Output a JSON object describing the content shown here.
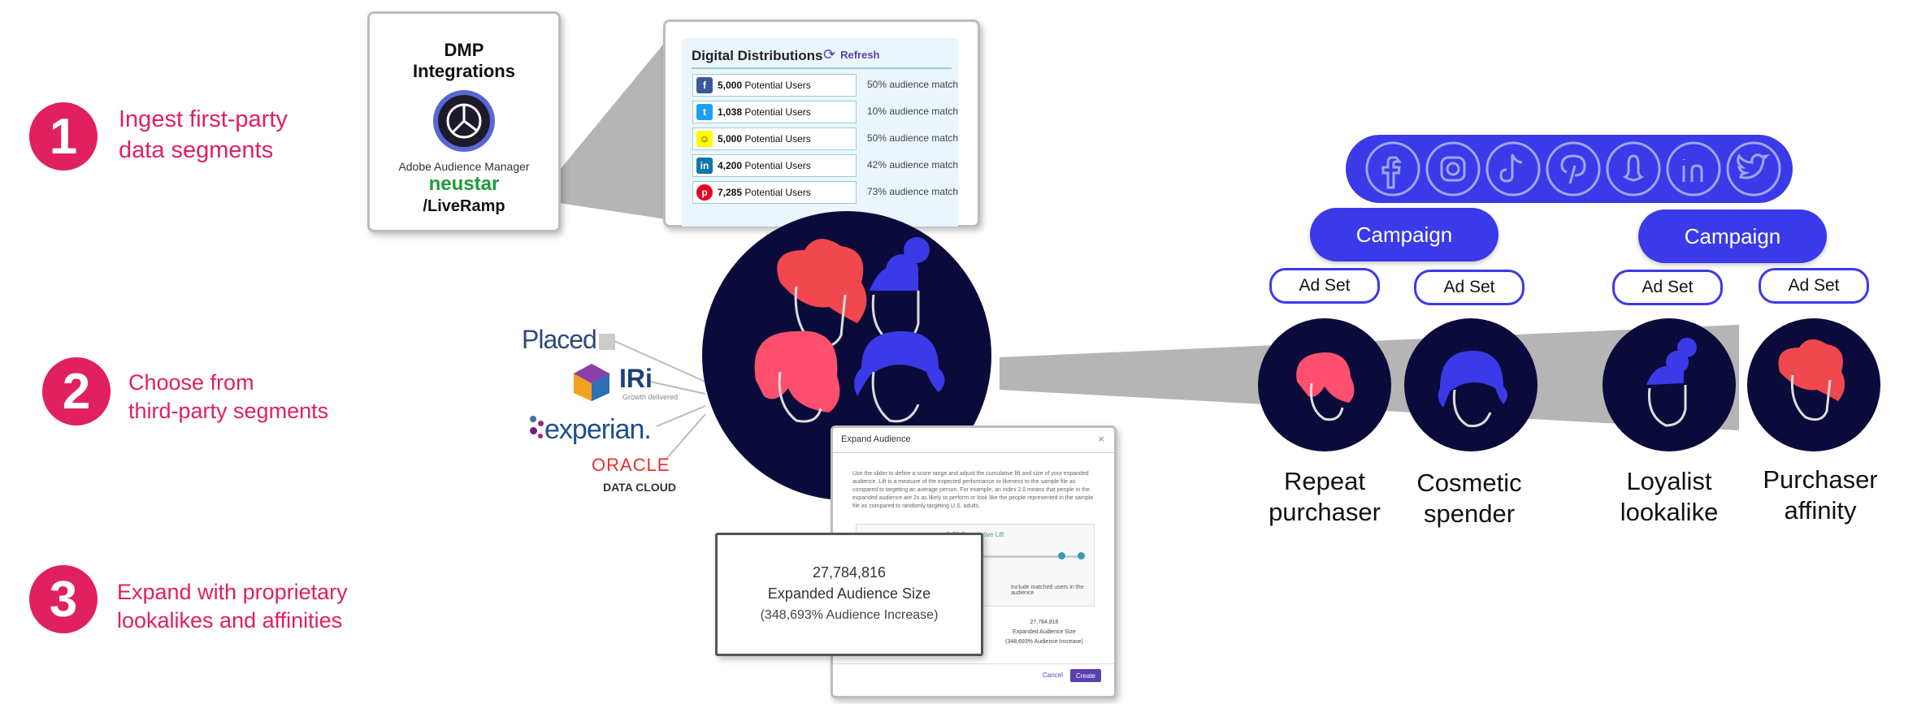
{
  "steps": [
    {
      "number": "1",
      "text_line1": "Ingest first-party",
      "text_line2": "data segments"
    },
    {
      "number": "2",
      "text_line1": "Choose from",
      "text_line2": "third-party segments"
    },
    {
      "number": "3",
      "text_line1": "Expand with proprietary",
      "text_line2": "lookalikes and affinities"
    }
  ],
  "dmp": {
    "title_line1": "DMP",
    "title_line2": "Integrations",
    "adobe": "Adobe Audience Manager",
    "neustar": "neustar",
    "liveramp": "/LiveRamp"
  },
  "distributions": {
    "title": "Digital Distributions",
    "refresh": "Refresh",
    "rows": [
      {
        "icon": "facebook-icon",
        "count": "5,000",
        "label": "Potential Users",
        "match": "50% audience match"
      },
      {
        "icon": "twitter-icon",
        "count": "1,038",
        "label": "Potential Users",
        "match": "10% audience match"
      },
      {
        "icon": "snapchat-icon",
        "count": "5,000",
        "label": "Potential Users",
        "match": "50% audience match"
      },
      {
        "icon": "linkedin-icon",
        "count": "4,200",
        "label": "Potential Users",
        "match": "42% audience match"
      },
      {
        "icon": "pinterest-icon",
        "count": "7,285",
        "label": "Potential Users",
        "match": "73% audience match"
      }
    ]
  },
  "third_party": {
    "placed": "Placed",
    "iri": "IRi",
    "iri_tagline": "Growth delivered",
    "experian": "experian.",
    "oracle": "ORACLE",
    "oracle_sub": "DATA CLOUD"
  },
  "expand": {
    "title": "Expand Audience",
    "close": "×",
    "description": "Use the slider to define a score range and adjust the cumulative lift and size of your expanded audience. Lift is a measure of the expected performance or likeness to the sample file as compared to targeting an average person. For example, an index 2.0 means that people in the expanded audience are 2x as likely to perform or look like the people represented in the sample file as compared to randomly targeting U.S. adults.",
    "cumulative_lift": "0.76 Cumulative Lift",
    "include_label": "Include matched users in the audience",
    "small_count": "27,784,816",
    "small_size": "Expanded Audience Size",
    "small_increase": "(348,693% Audience Increase)",
    "cancel": "Cancel",
    "create": "Create"
  },
  "popup": {
    "count": "27,784,816",
    "size_label": "Expanded Audience Size",
    "increase": "(348,693% Audience Increase)"
  },
  "social_bar": [
    "facebook-icon",
    "instagram-icon",
    "tiktok-icon",
    "pinterest-icon",
    "snapchat-icon",
    "linkedin-icon",
    "twitter-icon"
  ],
  "campaigns": [
    "Campaign",
    "Campaign"
  ],
  "adsets": [
    "Ad Set",
    "Ad Set",
    "Ad Set",
    "Ad Set"
  ],
  "audiences": [
    {
      "line1": "Repeat",
      "line2": "purchaser"
    },
    {
      "line1": "Cosmetic",
      "line2": "spender"
    },
    {
      "line1": "Loyalist",
      "line2": "lookalike"
    },
    {
      "line1": "Purchaser",
      "line2": "affinity"
    }
  ],
  "colors": {
    "accent": "#e0205f",
    "brand_blue": "#3a3ae8",
    "navy": "#0b0b3b",
    "coral": "#f0484e"
  }
}
